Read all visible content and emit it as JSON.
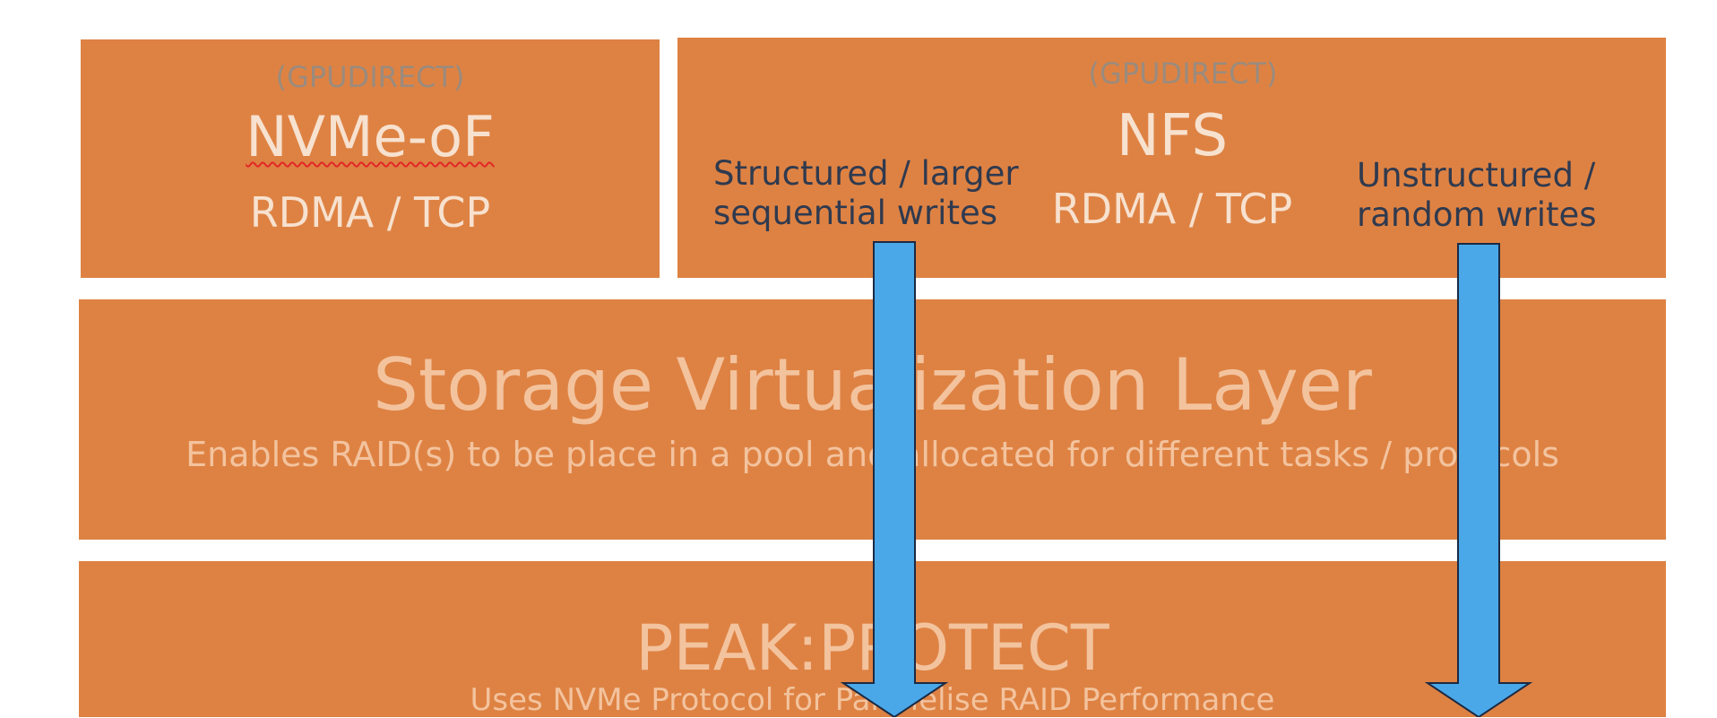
{
  "diagram": {
    "nvme_box": {
      "tag": "(GPUDIRECT)",
      "title": "NVMe-oF",
      "subtitle": "RDMA / TCP"
    },
    "nfs_box": {
      "tag": "(GPUDIRECT)",
      "title": "NFS",
      "subtitle": "RDMA / TCP",
      "left_note": [
        "Structured / larger",
        "sequential writes"
      ],
      "right_note": [
        "Unstructured /",
        "random writes"
      ]
    },
    "virtualization_layer": {
      "title": "Storage Virtualization Layer",
      "description": "Enables RAID(s) to be place in a pool and allocated for different tasks / protocols"
    },
    "peak_protect": {
      "title": "PEAK:PROTECT",
      "description": "Uses NVMe Protocol for Parallelise RAID Performance"
    },
    "colors": {
      "box": "#de8243",
      "arrow": "#4aa8e8",
      "arrow_outline": "#1b2a44",
      "note_text": "#2f3a4f"
    }
  }
}
